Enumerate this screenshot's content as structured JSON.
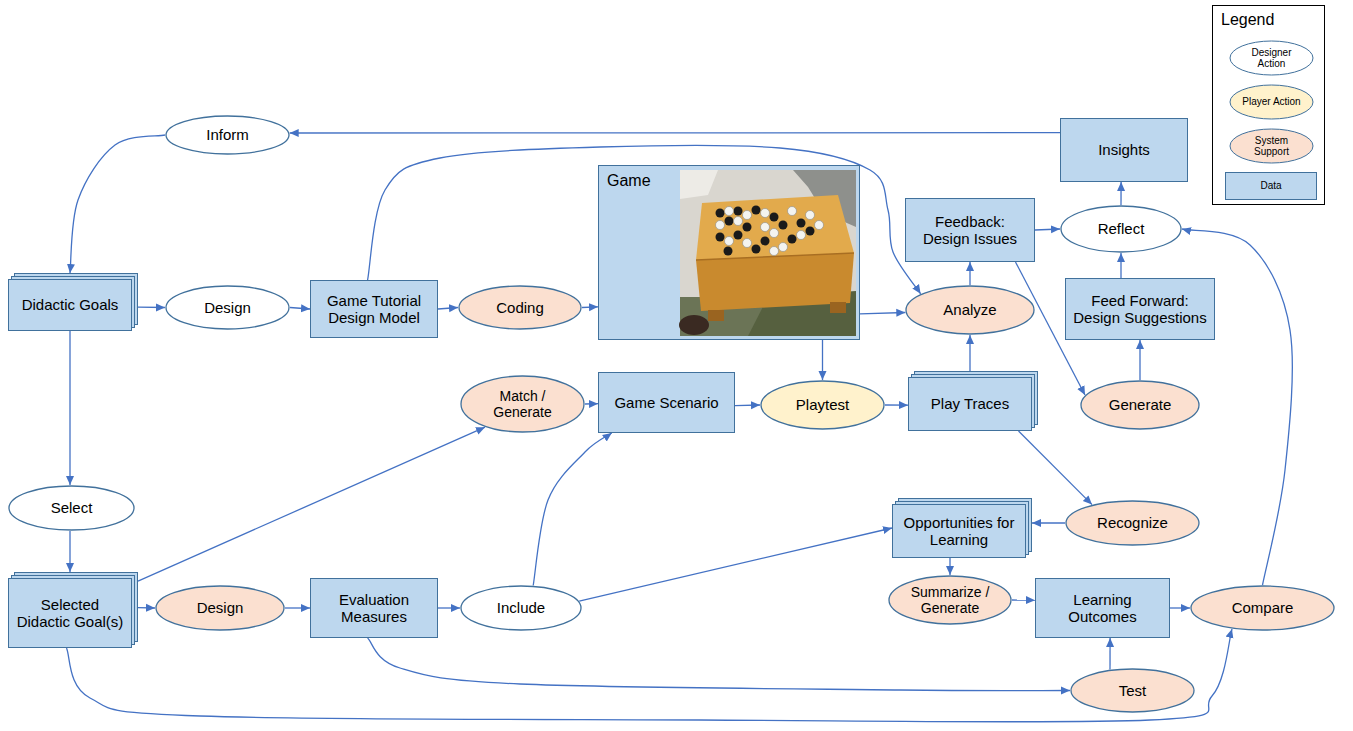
{
  "diagram": {
    "nodes": [
      {
        "text": [
          "Inform"
        ]
      },
      {
        "text": [
          "Insights"
        ]
      },
      {
        "text": [
          "Game"
        ]
      },
      {
        "text": [
          "Feedback: Design Issues"
        ]
      },
      {
        "text": [
          "Reflect"
        ]
      },
      {
        "text": [
          "Didactic Goals"
        ]
      },
      {
        "text": [
          "Design"
        ]
      },
      {
        "text": [
          "Game Tutorial Design Model"
        ]
      },
      {
        "text": [
          "Coding"
        ]
      },
      {
        "text": [
          "Analyze"
        ]
      },
      {
        "text": [
          "Feed Forward: Design Suggestions"
        ]
      },
      {
        "text": [
          "Match / Generate"
        ]
      },
      {
        "text": [
          "Game Scenario"
        ]
      },
      {
        "text": [
          "Playtest"
        ]
      },
      {
        "text": [
          "Play Traces"
        ]
      },
      {
        "text": [
          "Generate"
        ]
      },
      {
        "text": [
          "Select"
        ]
      },
      {
        "text": [
          "Recognize"
        ]
      },
      {
        "text": [
          "Opportunities for Learning"
        ]
      },
      {
        "text": [
          "Selected Didactic Goal(s)"
        ]
      },
      {
        "text": [
          "Design"
        ]
      },
      {
        "text": [
          "Evaluation Measures"
        ]
      },
      {
        "text": [
          "Include"
        ]
      },
      {
        "text": [
          "Summarize / Generate"
        ]
      },
      {
        "text": [
          "Learning Outcomes"
        ]
      },
      {
        "text": [
          "Compare"
        ]
      },
      {
        "text": [
          "Test"
        ]
      }
    ],
    "edges": [
      {
        "from": 1,
        "to": 0,
        "arrow": "to"
      },
      {
        "from": 0,
        "to": 5,
        "arrow": "to"
      },
      {
        "from": 5,
        "to": 6,
        "arrow": "to"
      },
      {
        "from": 6,
        "to": 7,
        "arrow": "to"
      },
      {
        "from": 7,
        "to": 9,
        "arrow": "to"
      },
      {
        "from": 7,
        "to": 8,
        "arrow": "to"
      },
      {
        "from": 8,
        "to": 2,
        "arrow": "to"
      },
      {
        "from": 2,
        "to": 9,
        "arrow": "to"
      },
      {
        "from": 2,
        "to": 13,
        "arrow": "to"
      },
      {
        "from": 9,
        "to": 3,
        "arrow": "to"
      },
      {
        "from": 3,
        "to": 4,
        "arrow": "to"
      },
      {
        "from": 3,
        "to": 15,
        "arrow": "to"
      },
      {
        "from": 15,
        "to": 10,
        "arrow": "to"
      },
      {
        "from": 10,
        "to": 4,
        "arrow": "to"
      },
      {
        "from": 4,
        "to": 1,
        "arrow": "to"
      },
      {
        "from": 14,
        "to": 9,
        "arrow": "to"
      },
      {
        "from": 14,
        "to": 17,
        "arrow": "to"
      },
      {
        "from": 17,
        "to": 18,
        "arrow": "to"
      },
      {
        "from": 18,
        "to": 23,
        "arrow": "to"
      },
      {
        "from": 23,
        "to": 24,
        "arrow": "to"
      },
      {
        "from": 24,
        "to": 25,
        "arrow": "to"
      },
      {
        "from": 25,
        "to": 4,
        "arrow": "to"
      },
      {
        "from": 26,
        "to": 24,
        "arrow": "to"
      },
      {
        "from": 5,
        "to": 16,
        "arrow": "to"
      },
      {
        "from": 16,
        "to": 19,
        "arrow": "to"
      },
      {
        "from": 19,
        "to": 11,
        "arrow": "to"
      },
      {
        "from": 19,
        "to": 20,
        "arrow": "to"
      },
      {
        "from": 19,
        "to": 25,
        "arrow": "to"
      },
      {
        "from": 20,
        "to": 21,
        "arrow": "to"
      },
      {
        "from": 21,
        "to": 22,
        "arrow": "to"
      },
      {
        "from": 21,
        "to": 26,
        "arrow": "to"
      },
      {
        "from": 22,
        "to": 12,
        "arrow": "to"
      },
      {
        "from": 22,
        "to": 18,
        "arrow": "to"
      },
      {
        "from": 11,
        "to": 12,
        "arrow": "to"
      },
      {
        "from": 12,
        "to": 13,
        "arrow": "to"
      },
      {
        "from": 13,
        "to": 14,
        "arrow": "to"
      }
    ],
    "labels": [
      "Legend"
    ],
    "legend": [
      {
        "text": "Designer Action",
        "color": "#FFFFFF"
      },
      {
        "text": "Player Action",
        "color": "#FFF2CC"
      },
      {
        "text": "System Support",
        "color": "#FBE0D0"
      },
      {
        "text": "Data",
        "color": "#BDD7EE"
      }
    ]
  }
}
